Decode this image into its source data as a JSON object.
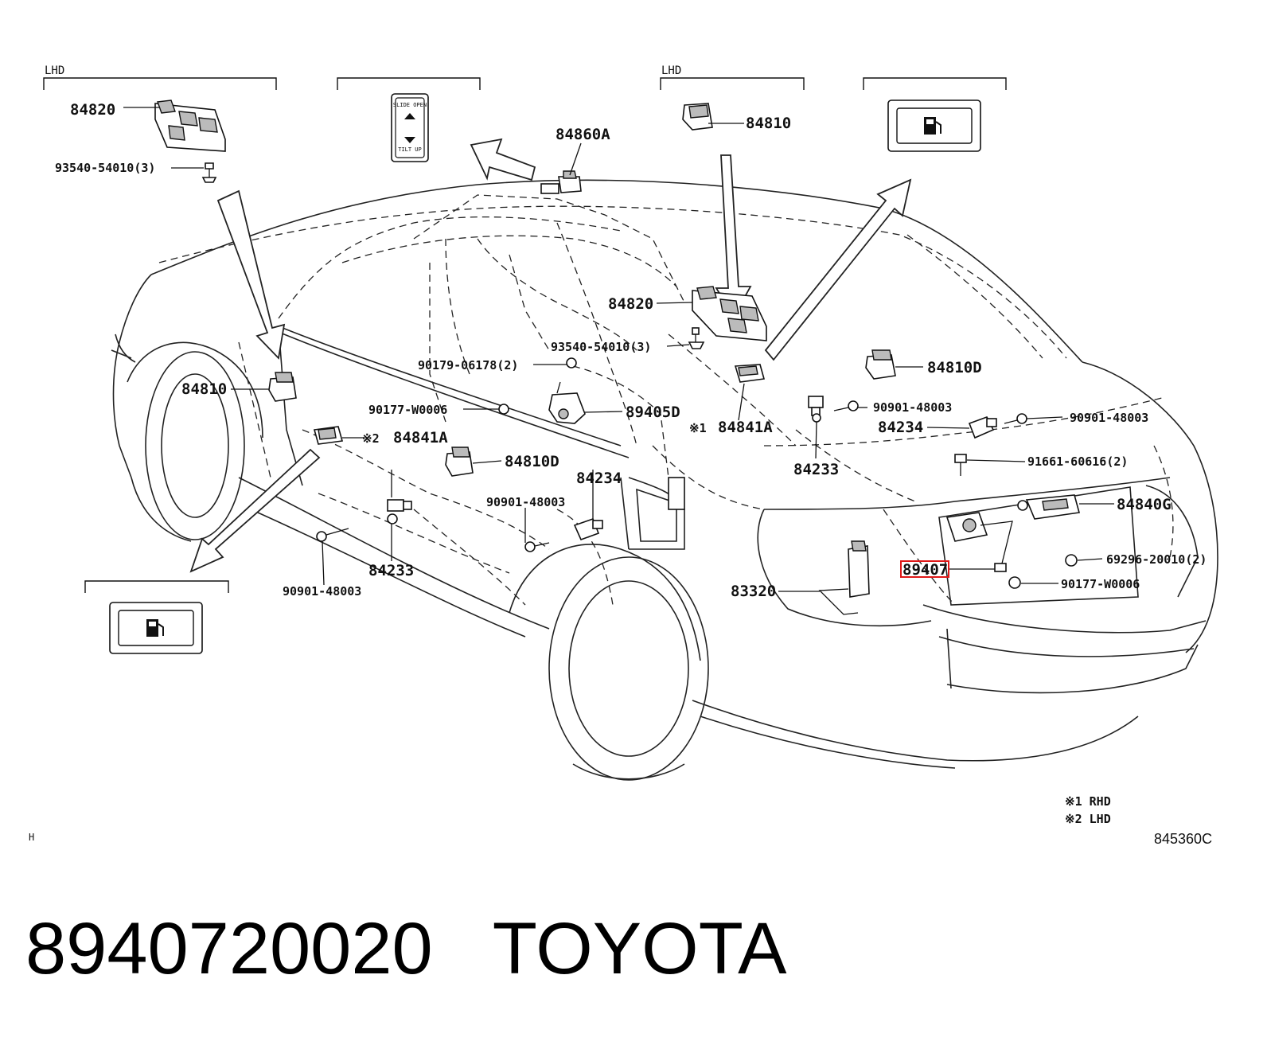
{
  "diagram": {
    "labels": {
      "lhd_1": "LHD",
      "lhd_2": "LHD",
      "p84820_a": "84820",
      "p93540_a": "93540-54010(3)",
      "p84860a": "84860A",
      "p84810_a": "84810",
      "p84820_b": "84820",
      "p93540_b": "93540-54010(3)",
      "p90179": "90179-06178(2)",
      "p84810d_a": "84810D",
      "p84810_b": "84810",
      "p90177_a": "90177-W0006",
      "p89405d": "89405D",
      "p84841a_a": "84841A",
      "p90901_a": "90901-48003",
      "p84234_a": "84234",
      "p90901_b": "90901-48003",
      "p84841a_b": "84841A",
      "p84810d_b": "84810D",
      "p84233_a": "84233",
      "p91661": "91661-60616(2)",
      "p84234_b": "84234",
      "p90901_c": "90901-48003",
      "p84840g": "84840G",
      "p84233_b": "84233",
      "p69296": "69296-20010(2)",
      "p89407": "89407",
      "p90177_b": "90177-W0006",
      "p83320": "83320",
      "p90901_d": "90901-48003"
    },
    "notes": {
      "n1_mark": "※1",
      "n2_mark": "※2",
      "legend_1": "※1 RHD",
      "legend_2": "※2 LHD",
      "corner": "H",
      "ref": "845360C"
    },
    "switch_text": {
      "slide_open": "SLIDE OPEN",
      "tilt_up": "TILT UP"
    },
    "highlighted_part": "89407",
    "highlight_color": "#e01818"
  },
  "caption": {
    "part_number": "8940720020",
    "brand": "TOYOTA"
  }
}
